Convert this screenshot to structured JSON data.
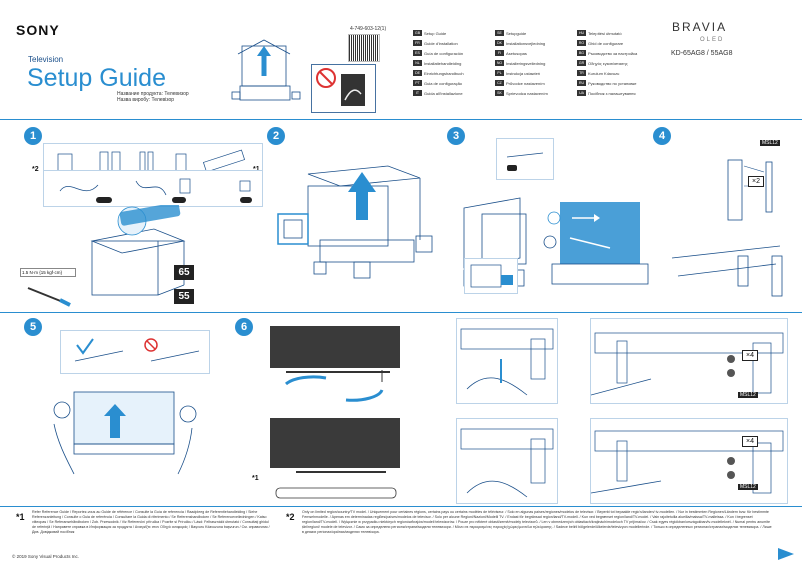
{
  "header": {
    "brand": "SONY",
    "kicker": "Television",
    "title": "Setup Guide",
    "subtitle_line1": "Название продукта: Телевизор",
    "subtitle_line2": "Назва виробу: Телевізор",
    "part_number": "4-749-603-12(1)",
    "product_brand": "BRAVIA",
    "product_line": "OLED",
    "model": "KD-65AG8 / 55AG8"
  },
  "languages": [
    {
      "code": "GB",
      "label": "Setup Guide"
    },
    {
      "code": "FR",
      "label": "Guide d'installation"
    },
    {
      "code": "ES",
      "label": "Guía de configuración"
    },
    {
      "code": "NL",
      "label": "Installatiehandleiding"
    },
    {
      "code": "DE",
      "label": "Einrichtungshandbuch"
    },
    {
      "code": "PT",
      "label": "Guia de configuração"
    },
    {
      "code": "IT",
      "label": "Guida all'installazione"
    },
    {
      "code": "SE",
      "label": "Setupguide"
    },
    {
      "code": "DK",
      "label": "Installationsvejledning"
    },
    {
      "code": "FI",
      "label": "Asetusopas"
    },
    {
      "code": "NO",
      "label": "Installeringsveiledning"
    },
    {
      "code": "PL",
      "label": "Instrukcja ustawień"
    },
    {
      "code": "CZ",
      "label": "Průvodce nastavením"
    },
    {
      "code": "SK",
      "label": "Sprievodca nastavením"
    },
    {
      "code": "HU",
      "label": "Telepítési útmutató"
    },
    {
      "code": "RO",
      "label": "Ghid de configurare"
    },
    {
      "code": "BG",
      "label": "Ръководство за настройка"
    },
    {
      "code": "GR",
      "label": "Οδηγός εγκατάστασης"
    },
    {
      "code": "TR",
      "label": "Kurulum Kılavuzu"
    },
    {
      "code": "RU",
      "label": "Руководство по установке"
    },
    {
      "code": "UA",
      "label": "Посібник з налаштування"
    }
  ],
  "steps": {
    "s1": "1",
    "s2": "2",
    "s3": "3",
    "s4": "4",
    "s5": "5",
    "s6": "6"
  },
  "step1": {
    "star1": "*1",
    "star2": "*2",
    "screw_spec": "1.5 N·m {15 kgf·cm}",
    "size_65": "65",
    "size_55": "55"
  },
  "step4": {
    "msl12": "MSL12",
    "x2": "×2"
  },
  "step6": {
    "star1": "*1",
    "x4_top": "×4",
    "x4_bottom": "×4",
    "msl12_top": "MSL12",
    "msl12_bottom": "MSL12"
  },
  "footer": {
    "mark1": "*1",
    "note1": "Refer Reference Guide / Reportez-vous au Guide de référence / Consulte la Guía de referencia / Raadpleeg de Referentiehandleiding / Siehe Referenzanleitung / Consulte o Guia de referência / Consultare la Guida di riferimento / Se Referenshandboken / Se Referenceveiledningen / Katso viiteopas / Se Referansehåndboken / Zob. Przewodnik / Viz Referenční příručka / Pozrite si Príručku / Lásd: Felhasználói útmutató / Consultaţi ghidul de referinţă / Направете справка в Информация за продукта / Ανατρέξτε στον Οδηγό αναφοράς / Başvuru Kılavuzuna başvurun / См. справочник / Див. Довідковий посібник",
    "mark2": "*2",
    "note2": "Only on limited region/country/TV model. / Uniquement pour certaines régions, certains pays ou certains modèles de téléviseur. / Solo en algunas países/regiones/modelos de televisor. / Beperkt tot bepaalde regio's/landen/ tv-modellen. / Nur in bestimmten Regionen/Ländern bzw. für bestimmte Fernsehmodelle. / Apenas em determinadas regiões/países/modelos de televisor. / Solo per alcune Regioni/Nazioni/Modelli TV. / Endast för begränsad region/land/TV-modell. / Kun ved begrænset region/land/TV-model. / Vain rajoitetuilla alueilla/maissa/TV-malleissa. / Kun i begrenset region/land/TV-modell. / Wyłącznie w przypadku niektórych regionów/krajów/modeli telewizorów. / Pouze pro některé oblasti/země/modely televizorů. / Len v obmedzených oblastiach/krajinách/modeloch TV prijímačov. / Csak egyes régiókban/országokban/tv-modelleknél. / Numai pentru anumite țări/regiuni/ modele de televizor. / Само за определени региони/страни/модели телевизори. / Μόνο σε περιορισμένες περιοχές/χώρες/μοντέλα τηλεόρασης. / Sadece belirli bölgelerde/ülkelerde/televizyon modellerinde. / Только в определенных регионах/странах/моделях телевизора. / Лише в деяких регіонах/країнах/моделях телевізора.",
    "copyright": "© 2019 Sony Visual Products Inc."
  },
  "colors": {
    "accent": "#2a8ed0",
    "ink": "#1a4f8a"
  }
}
